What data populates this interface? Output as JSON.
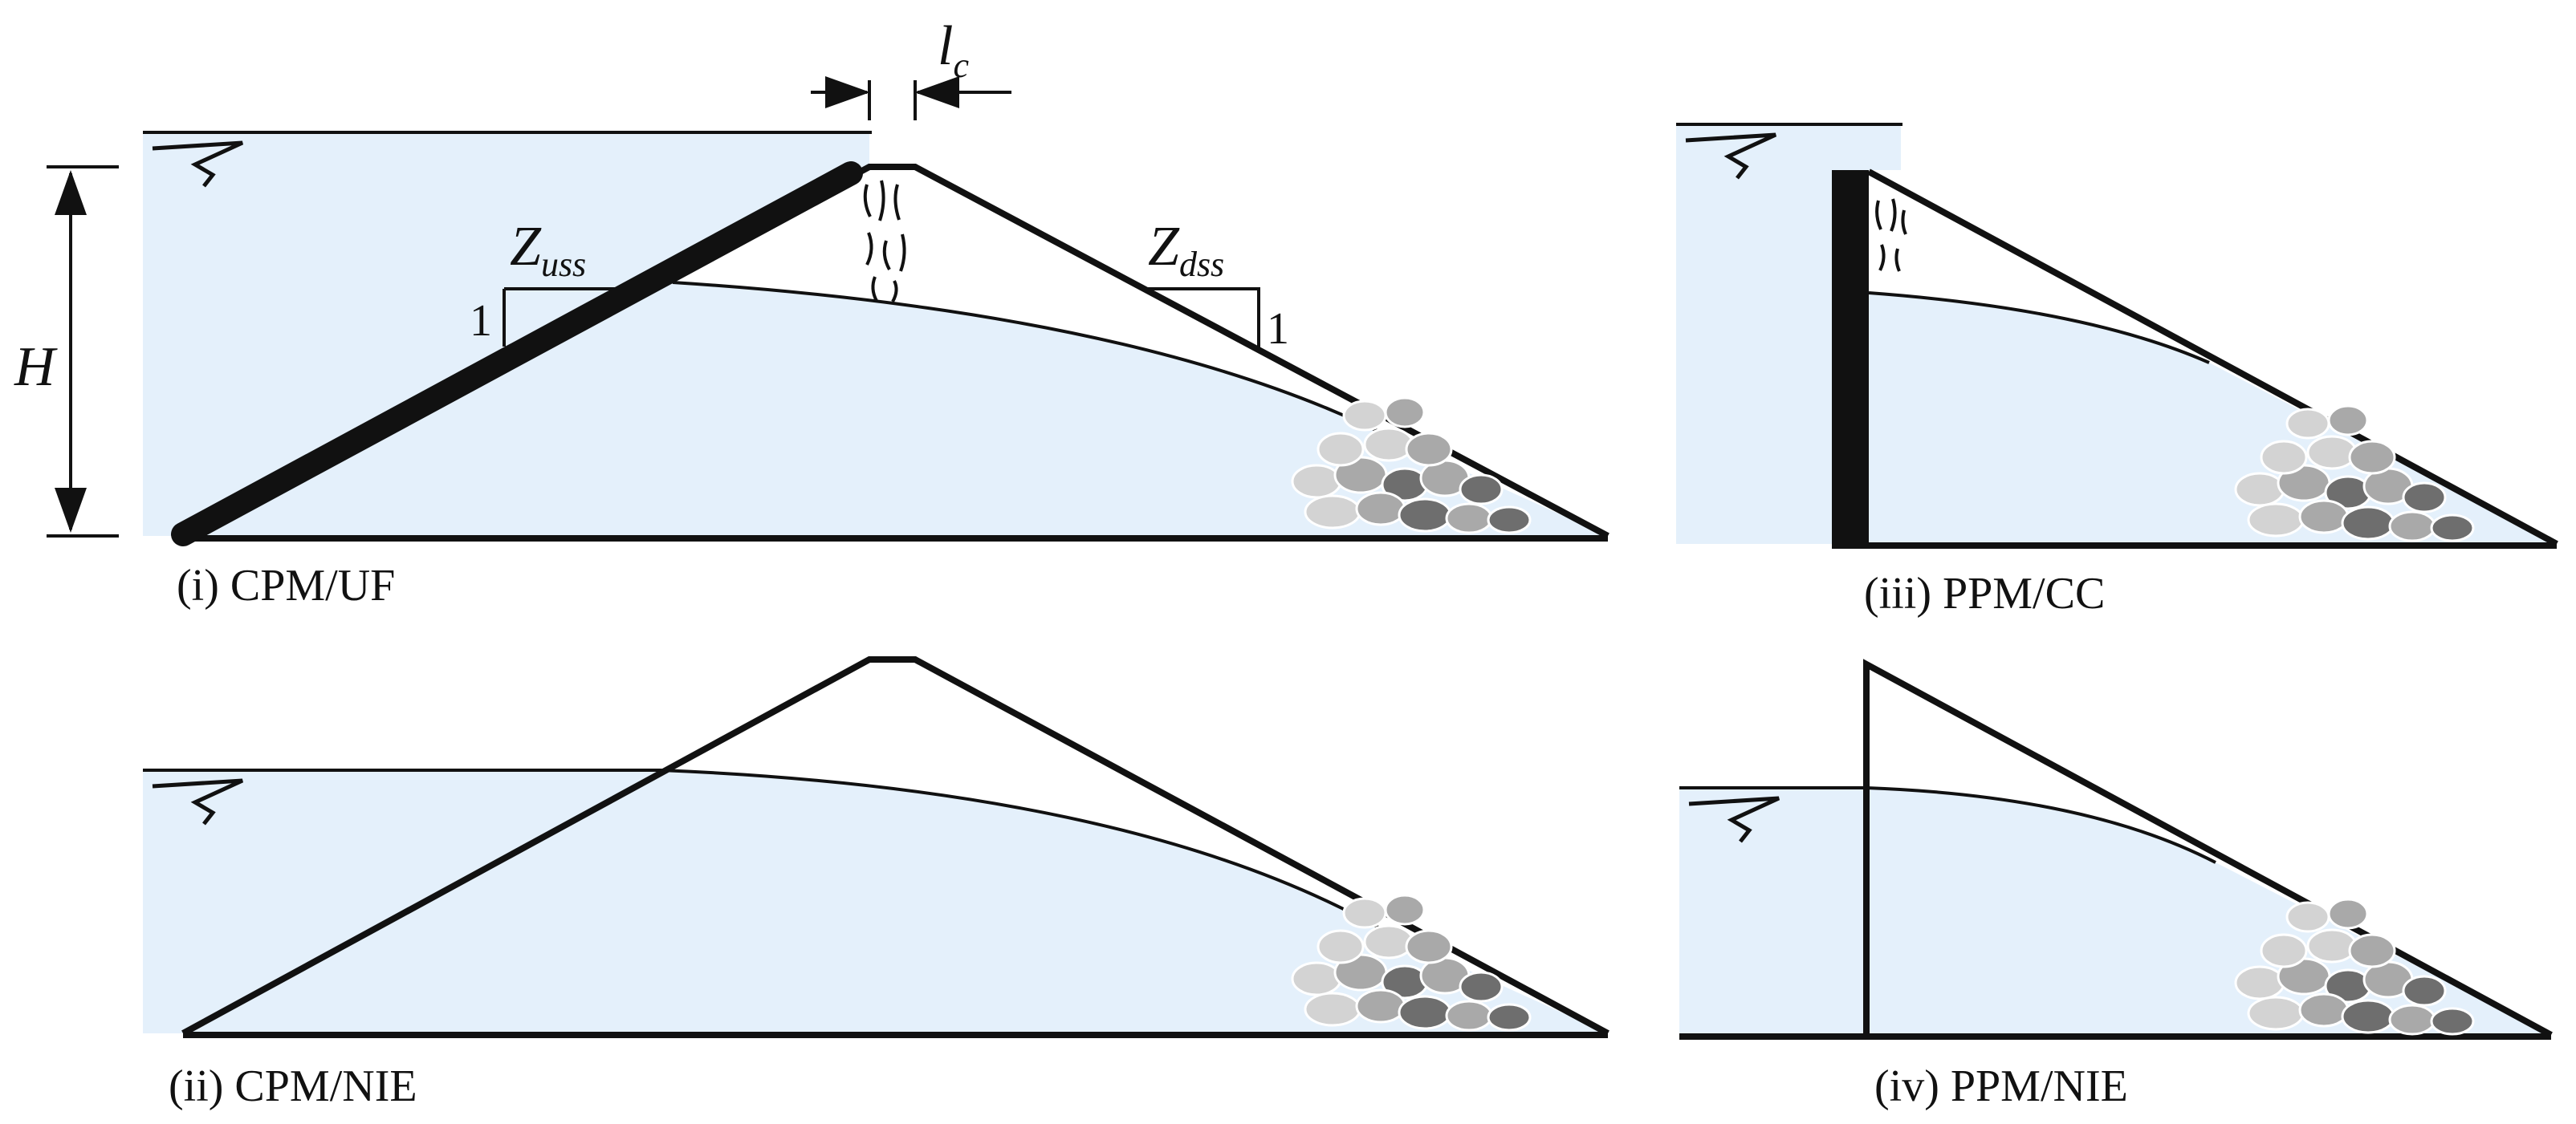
{
  "colors": {
    "water": "#e4f0fb",
    "line": "#111111",
    "facing": "#111111",
    "rock_light": "#d3d3d3",
    "rock_mid": "#a9a9a9",
    "rock_dark": "#6e6e6e"
  },
  "labels": {
    "height": "H",
    "crest_length_main": "l",
    "crest_length_sub": "c",
    "upstream_slope_main": "Z",
    "upstream_slope_sub": "uss",
    "downstream_slope_main": "Z",
    "downstream_slope_sub": "dss",
    "slope_unit": "1"
  },
  "panels": [
    {
      "id": "i",
      "caption": "(i) CPM/UF",
      "water_icon": "water-surface-icon"
    },
    {
      "id": "ii",
      "caption": "(ii) CPM/NIE",
      "water_icon": "water-surface-icon"
    },
    {
      "id": "iii",
      "caption": "(iii) PPM/CC",
      "water_icon": "water-surface-icon"
    },
    {
      "id": "iv",
      "caption": "(iv) PPM/NIE",
      "water_icon": "water-surface-icon"
    }
  ]
}
